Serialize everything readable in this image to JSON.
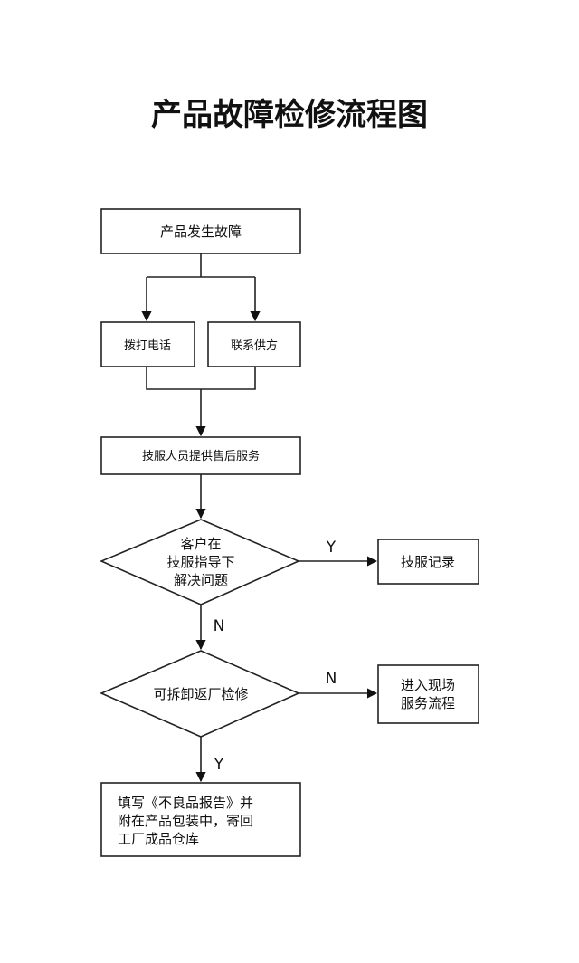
{
  "title": "产品故障检修流程图",
  "nodes": {
    "fault": "产品发生故障",
    "call": "拨打电话",
    "contact_supplier": "联系供方",
    "tech_service": "技服人员提供售后服务",
    "customer_decision": [
      "客户在",
      "技服指导下",
      "解决问题"
    ],
    "tech_record": "技服记录",
    "repair_decision": "可拆卸返厂检修",
    "onsite_service": [
      "进入现场",
      "服务流程"
    ],
    "report": [
      "填写《不良品报告》并",
      "附在产品包装中，寄回",
      "工厂成品仓库"
    ]
  },
  "labels": {
    "customer_yes": "Y",
    "customer_no": "N",
    "repair_no": "N",
    "repair_yes": "Y"
  }
}
